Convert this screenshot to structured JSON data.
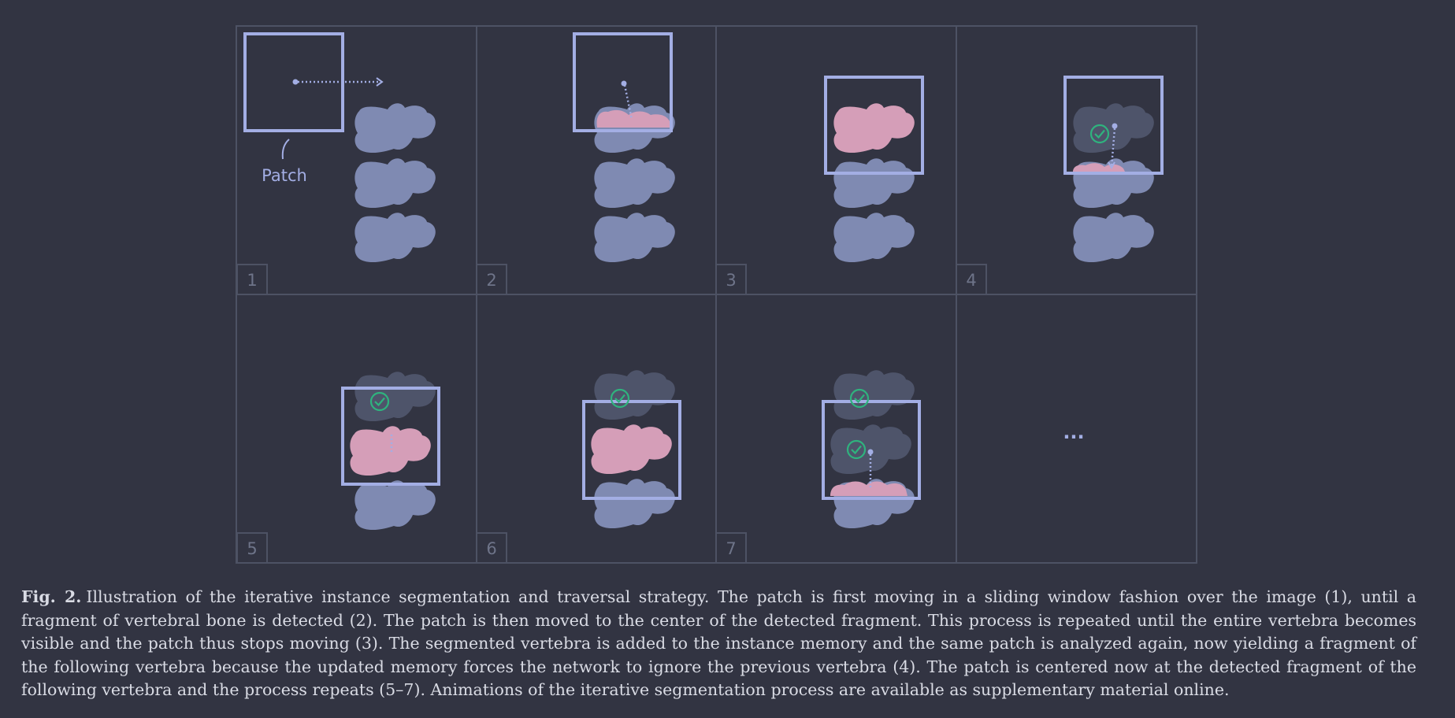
{
  "colors": {
    "background": "#323442",
    "grid_line": "#4d5264",
    "patch": "#a3aee4",
    "vertebra": "#7f8ab2",
    "vertebra_done": "#4e546a",
    "fragment": "#d59eb8",
    "check": "#2fb37e",
    "caption_text": "#d9dbe4",
    "panel_number": "#6e7489"
  },
  "patch_label": "Patch",
  "ellipsis": "...",
  "panels": [
    {
      "number": "1"
    },
    {
      "number": "2"
    },
    {
      "number": "3"
    },
    {
      "number": "4"
    },
    {
      "number": "5"
    },
    {
      "number": "6"
    },
    {
      "number": "7"
    },
    {
      "number": ""
    }
  ],
  "caption": {
    "label": "Fig. 2.",
    "text": "Illustration of the iterative instance segmentation and traversal strategy. The patch is first moving in a sliding window fashion over the image (1), until a fragment of vertebral bone is detected (2). The patch is then moved to the center of the detected fragment. This process is repeated until the entire vertebra becomes visible and the patch thus stops moving (3). The segmented vertebra is added to the instance memory and the same patch is analyzed again, now yielding a fragment of the following vertebra because the updated memory forces the network to ignore the previous vertebra (4). The patch is centered now at the detected fragment of the following vertebra and the process repeats (5–7). Animations of the iterative segmentation process are available as supplementary material online."
  }
}
